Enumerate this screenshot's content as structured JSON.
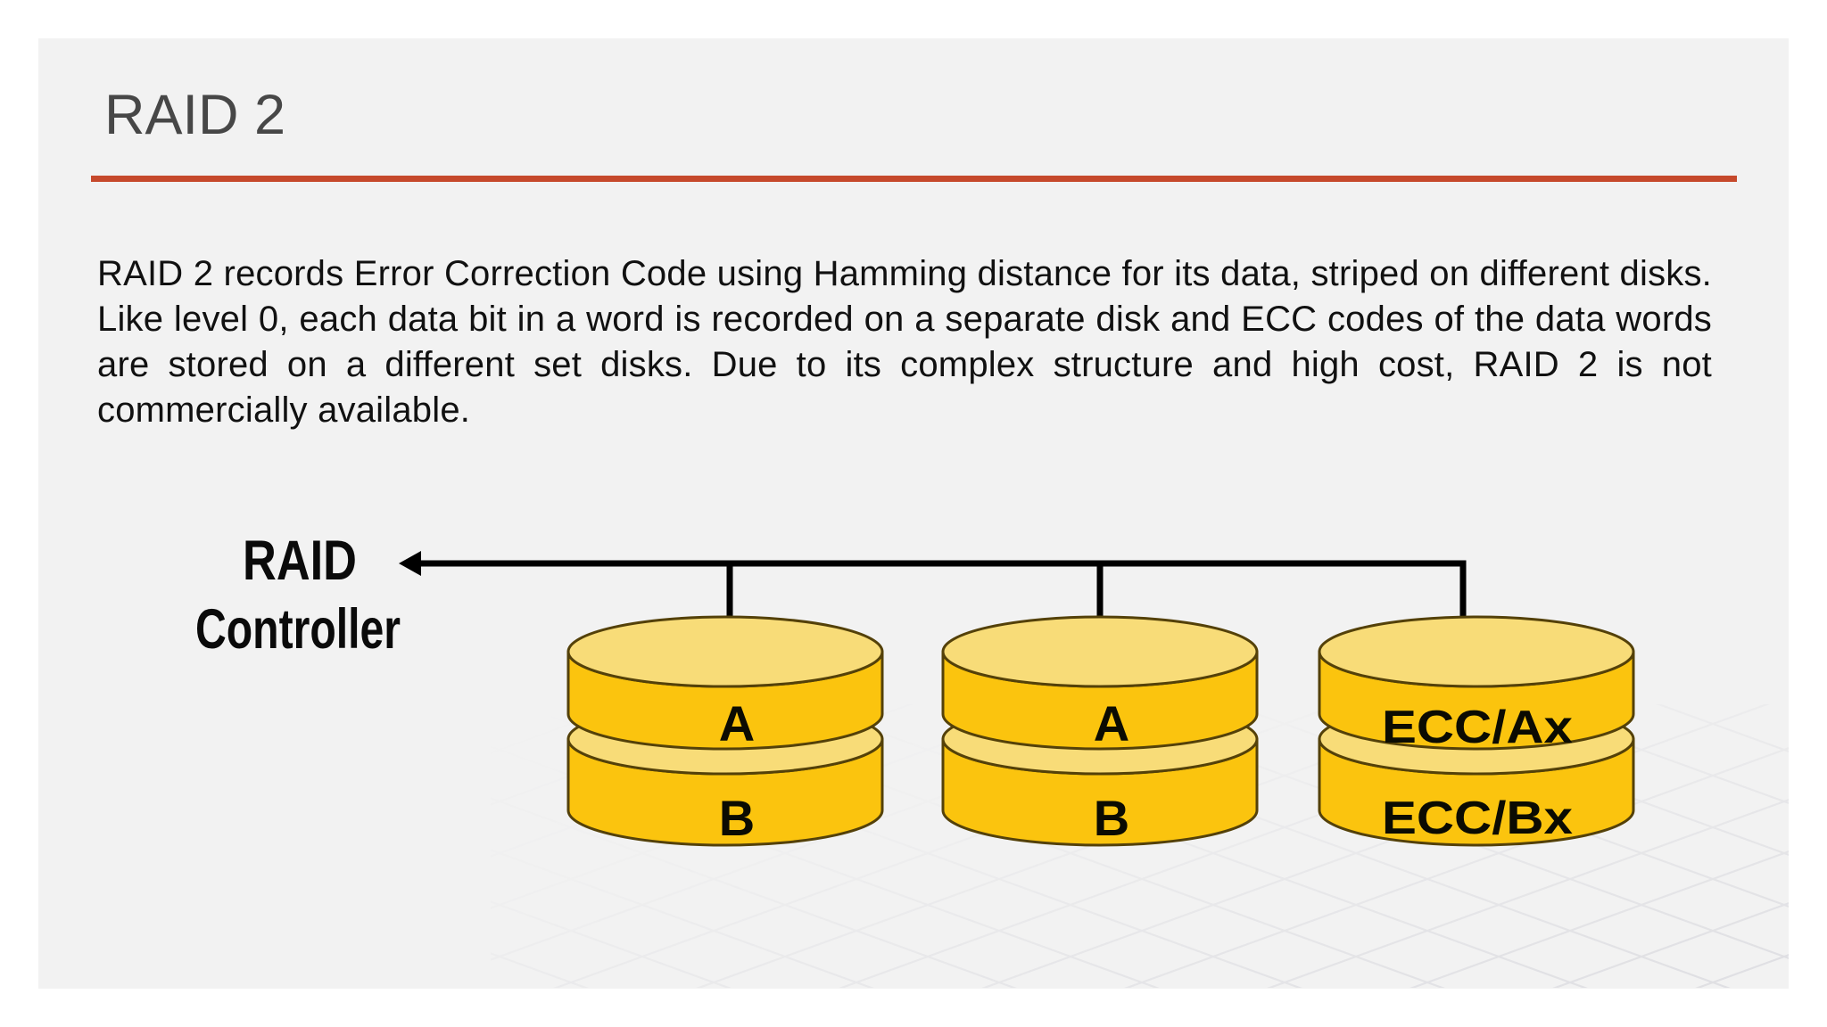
{
  "slide": {
    "title": "RAID 2",
    "body_text": "RAID 2 records Error Correction Code using Hamming distance for its data, striped on different disks. Like level 0, each data bit in a word is recorded on a separate disk and ECC codes of the data words are stored on a different set disks. Due to its complex structure and high cost, RAID 2 is not commercially available.",
    "colors": {
      "page_background": "#FFFFFF",
      "slide_background": "#F2F2F2",
      "title_text": "#474747",
      "accent_rule": "#C6492C",
      "body_text": "#111111"
    }
  },
  "diagram": {
    "controller": {
      "line1": "RAID",
      "line2": "Controller"
    },
    "disks": [
      {
        "top_label": "A",
        "bottom_label": "B"
      },
      {
        "top_label": "A",
        "bottom_label": "B"
      },
      {
        "top_label": "ECC/Ax",
        "bottom_label": "ECC/Bx"
      }
    ],
    "colors": {
      "disk_body": "#FBC40E",
      "disk_top": "#F8DC78",
      "disk_outline": "#544109",
      "bus_line": "#000000",
      "floor_grid": "#DEDEE2"
    }
  }
}
